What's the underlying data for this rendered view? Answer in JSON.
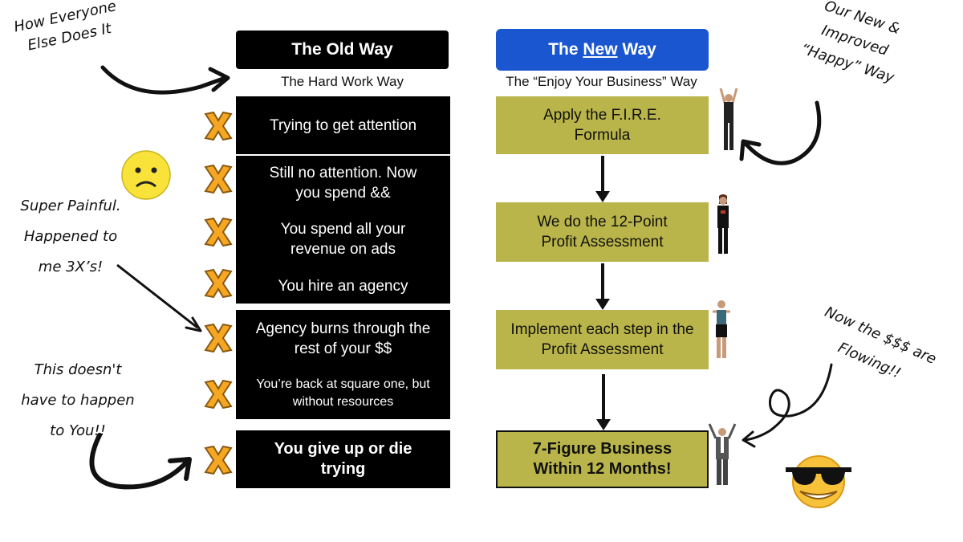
{
  "old_way": {
    "title": "The Old Way",
    "subtitle": "The Hard Work Way",
    "steps": [
      "Trying to get attention",
      "Still no attention. Now you spend &&",
      "You spend all your revenue on ads",
      "You hire an agency",
      "Agency burns through the rest of your $$",
      "You’re back at square one, but without resources",
      "You give up or die trying"
    ]
  },
  "new_way": {
    "title_pre": "The ",
    "title_em": "New",
    "title_post": " Way",
    "subtitle": "The “Enjoy Your Business” Way",
    "steps": [
      "Apply the F.I.R.E. Formula",
      "We do the 12-Point Profit Assessment",
      "Implement each step in the Profit Assessment",
      "7-Figure Business Within 12 Months!"
    ]
  },
  "annotations": {
    "everyone_else": "How Everyone Else Does It",
    "happy_way": "Our New & Improved “Happy” Way",
    "painful": "Super Painful. Happened to me 3X’s!",
    "doesnt_happen": "This doesn't have to happen to You!!",
    "flowing": "Now the $$$ are Flowing!!"
  },
  "colors": {
    "old_box": "#000000",
    "new_header": "#1a56cf",
    "new_box": "#b9b54a",
    "x_mark": "#f5a623"
  },
  "icons": [
    "x-mark-icon",
    "sad-emoji-icon",
    "sunglasses-emoji-icon",
    "person-figure-icon",
    "down-arrow-icon",
    "curved-arrow-icon"
  ]
}
